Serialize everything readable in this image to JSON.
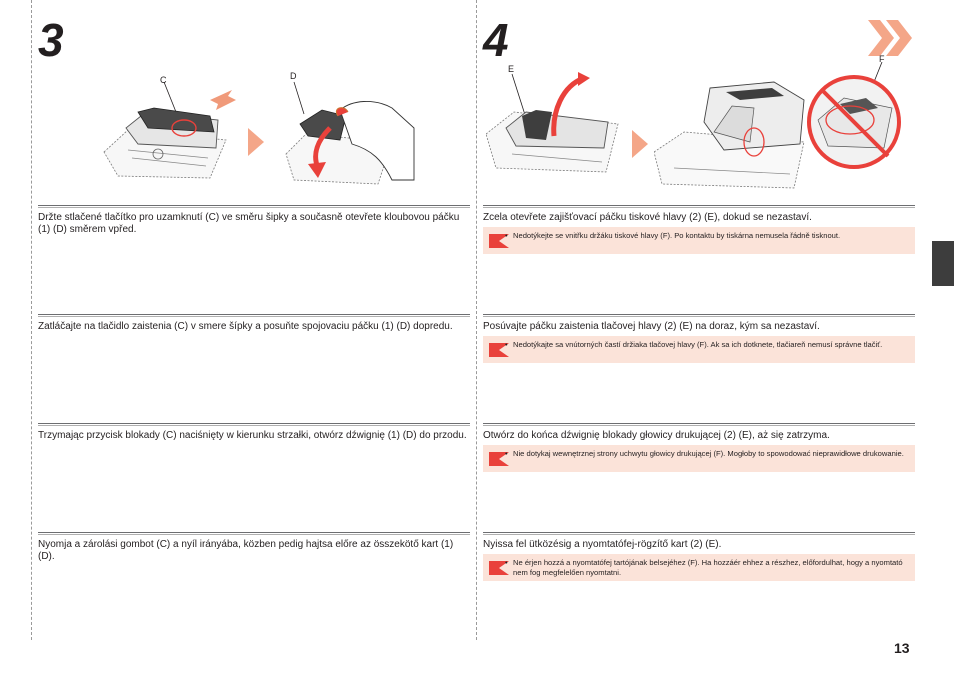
{
  "steps": [
    {
      "number": "3"
    },
    {
      "number": "4"
    }
  ],
  "labels": {
    "c": "C",
    "d": "D",
    "e": "E",
    "f": "F"
  },
  "step3_sections": [
    {
      "text": "Držte stlačené tlačítko pro uzamknutí (C) ve směru šipky a současně otevřete kloubovou páčku (1) (D) směrem vpřed."
    },
    {
      "text": "Zatláčajte na tlačidlo zaistenia (C) v smere šípky a posuňte spojovaciu páčku (1) (D) dopredu."
    },
    {
      "text": "Trzymając przycisk blokady (C) naciśnięty w kierunku strzałki, otwórz dźwignię (1) (D) do przodu."
    },
    {
      "text": "Nyomja a zárolási gombot (C) a nyíl irányába, közben pedig hajtsa előre az összekötő kart (1) (D)."
    }
  ],
  "step4_sections": [
    {
      "text": "Zcela otevřete zajišťovací páčku tiskové hlavy (2) (E), dokud se nezastaví.",
      "note": "Nedotýkejte se vnitřku držáku tiskové hlavy (F). Po kontaktu by tiskárna nemusela řádně tisknout."
    },
    {
      "text": "Posúvajte páčku zaistenia tlačovej hlavy (2) (E) na doraz, kým sa nezastaví.",
      "note": "Nedotýkajte sa vnútorných častí držiaka tlačovej hlavy (F). Ak sa ich dotknete, tlačiareň nemusí správne tlačiť."
    },
    {
      "text": "Otwórz do końca dźwignię blokady głowicy drukującej (2) (E), aż się zatrzyma.",
      "note": "Nie dotykaj wewnętrznej strony uchwytu głowicy drukującej (F). Mogłoby to spowodować nieprawidłowe drukowanie."
    },
    {
      "text": "Nyissa fel ütközésig a nyomtatófej-rögzítő kart (2) (E).",
      "note": "Ne érjen hozzá a nyomtatófej tartójának belsejéhez (F). Ha hozzáér ehhez a részhez, előfordulhat, hogy a nyomtató nem fog megfelelően nyomtatni."
    }
  ],
  "note_bullet": "•",
  "page_number": "13",
  "colors": {
    "accent": "#f4a688",
    "warning_fill": "#fbe3d9",
    "flag": "#e9413b",
    "tab": "#3d3d3d"
  },
  "icons": {
    "note": "caution-flag-icon",
    "next": "double-chevron-icon"
  }
}
